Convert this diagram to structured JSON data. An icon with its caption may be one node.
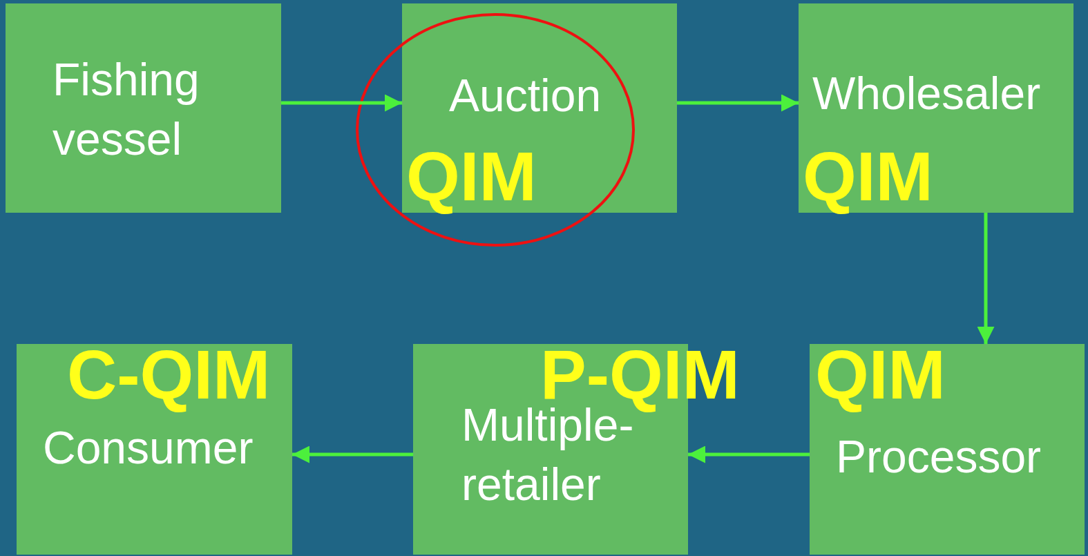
{
  "diagram": {
    "nodes": [
      {
        "text": [
          "Fishing vessel"
        ]
      },
      {
        "text": [
          "Auction",
          "QIM"
        ]
      },
      {
        "text": [
          "Wholesaler",
          "QIM"
        ]
      },
      {
        "text": [
          "QIM",
          "Processor"
        ]
      },
      {
        "text": [
          "P-QIM",
          "Multiple-retailer"
        ]
      },
      {
        "text": [
          "C-QIM",
          "Consumer"
        ]
      }
    ],
    "edges": [
      {
        "from": 0,
        "to": 1,
        "arrow": "to"
      },
      {
        "from": 1,
        "to": 2,
        "arrow": "to"
      },
      {
        "from": 2,
        "to": 3,
        "arrow": "to"
      },
      {
        "from": 3,
        "to": 4,
        "arrow": "to"
      },
      {
        "from": 4,
        "to": 5,
        "arrow": "to"
      }
    ]
  }
}
